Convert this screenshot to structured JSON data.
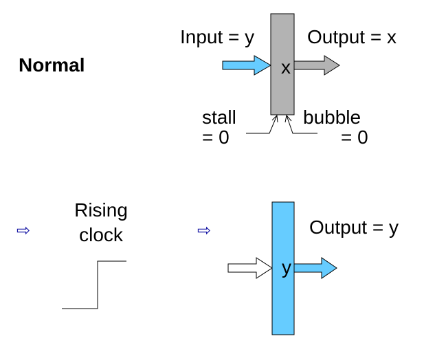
{
  "normal": {
    "title": "Normal",
    "input_label": "Input = y",
    "output_label": "Output = x",
    "register_value": "x",
    "stall_label": "stall",
    "stall_value": "= 0",
    "bubble_label": "bubble",
    "bubble_value": "= 0"
  },
  "transition": {
    "step_arrow_1": "⇨",
    "step_arrow_2": "⇨",
    "clock_line1": "Rising",
    "clock_line2": "clock"
  },
  "after": {
    "output_label": "Output = y",
    "register_value": "y"
  },
  "colors": {
    "register_normal": "#b3b3b3",
    "register_after": "#66ccff",
    "input_arrow": "#66ccff",
    "output_arrow_normal": "#b3b3b3",
    "output_arrow_after": "#66ccff",
    "step_arrow": "#1a1aa6"
  }
}
